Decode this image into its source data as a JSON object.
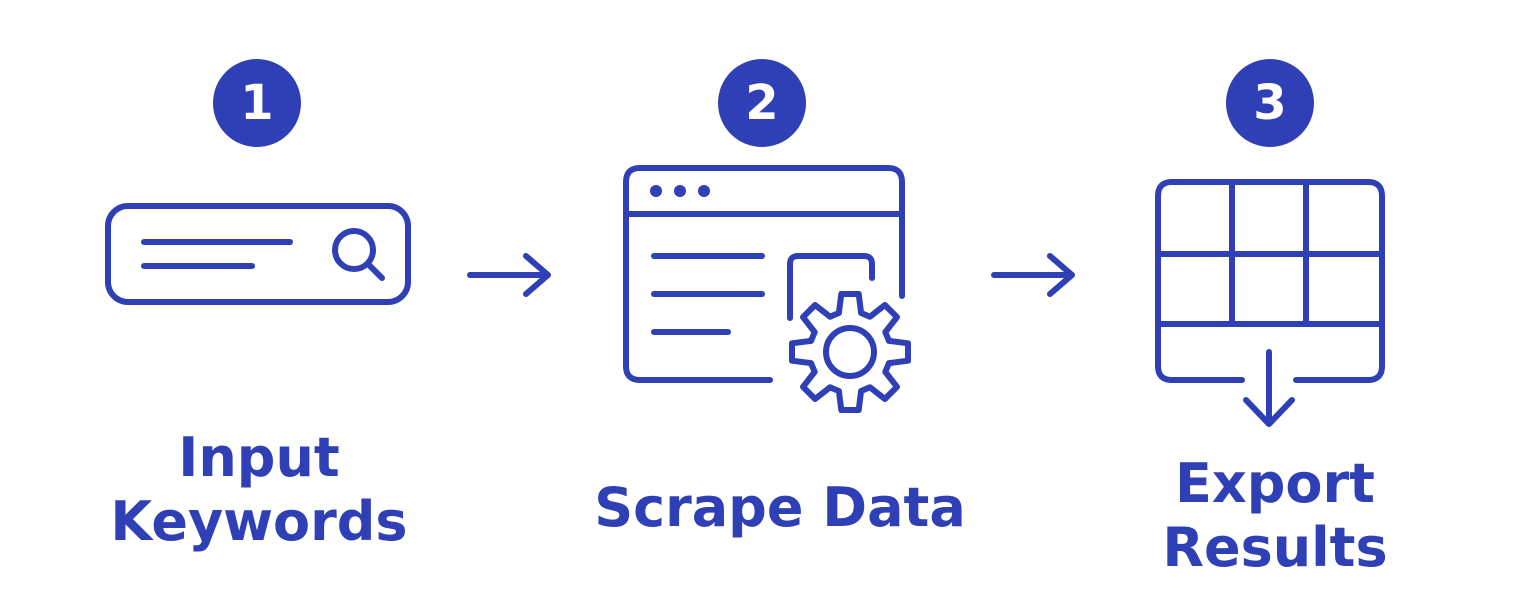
{
  "colors": {
    "accent": "#2f3fb5",
    "background": "#ffffff",
    "badge_text": "#ffffff"
  },
  "steps": [
    {
      "number": "1",
      "icon": "search-bar-icon",
      "label_lines": [
        "Input",
        "Keywords"
      ]
    },
    {
      "number": "2",
      "icon": "browser-gear-icon",
      "label_lines": [
        "Scrape Data"
      ]
    },
    {
      "number": "3",
      "icon": "table-export-icon",
      "label_lines": [
        "Export",
        "Results"
      ]
    }
  ],
  "connectors": [
    {
      "icon": "arrow-right-icon"
    },
    {
      "icon": "arrow-right-icon"
    }
  ]
}
